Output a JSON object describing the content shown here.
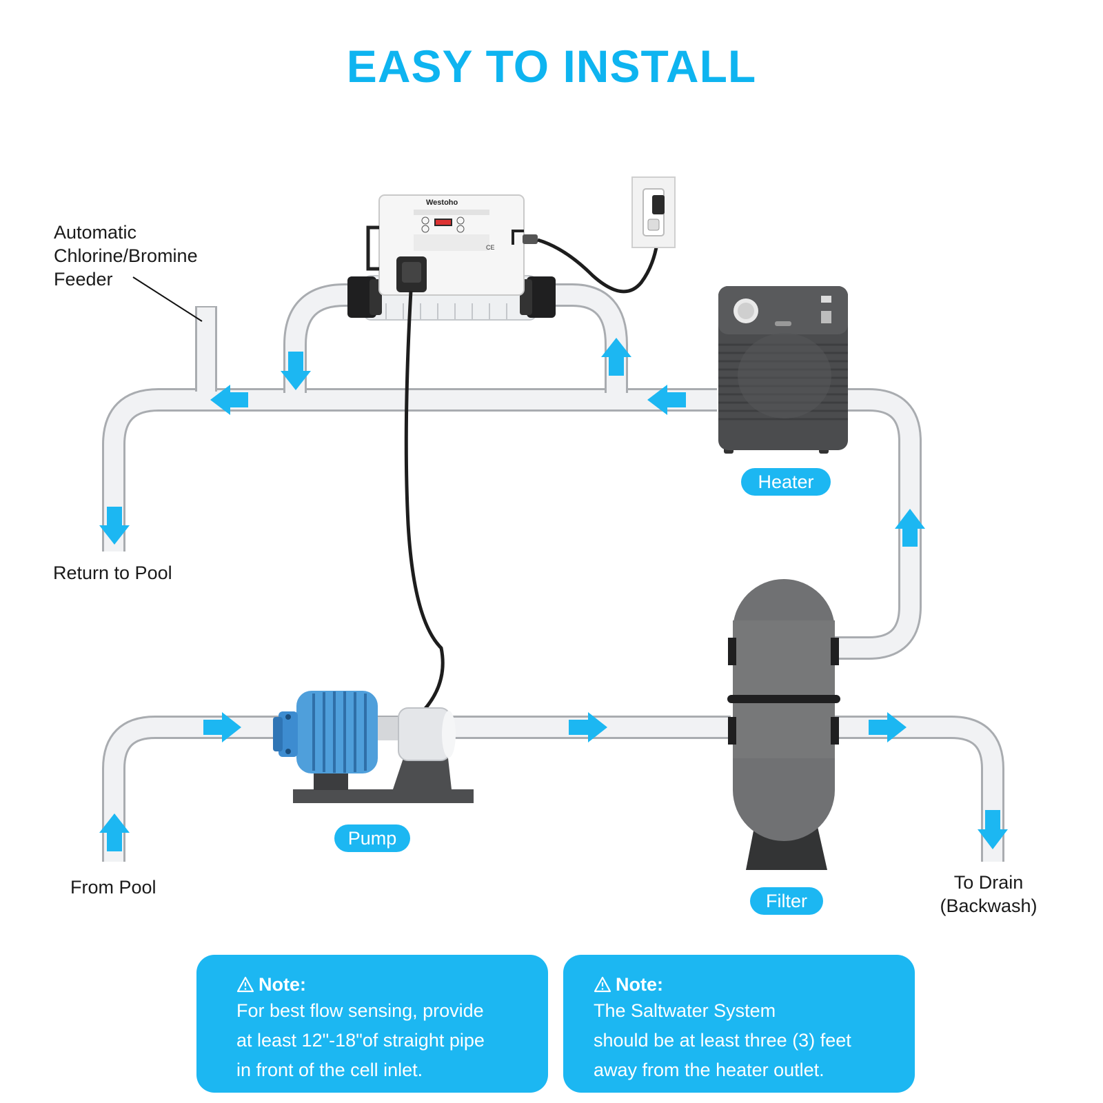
{
  "title": "EASY TO INSTALL",
  "colors": {
    "accent": "#1cb7f2",
    "title": "#0eb4f0",
    "pipe_fill": "#f1f2f4",
    "pipe_stroke": "#a9acb0",
    "equipment_dark": "#4d4e50"
  },
  "labels": {
    "feeder_line1": "Automatic",
    "feeder_line2": "Chlorine/Bromine",
    "feeder_line3": "Feeder",
    "return_to_pool": "Return to Pool",
    "from_pool": "From Pool",
    "to_drain_line1": "To Drain",
    "to_drain_line2": "(Backwash)"
  },
  "components": {
    "heater": "Heater",
    "pump": "Pump",
    "filter": "Filter",
    "chlorinator_brand": "Westoho"
  },
  "notes": [
    {
      "heading": "Note:",
      "lines": [
        "For best flow sensing, provide",
        "at least 12\"-18\"of straight pipe",
        "in front of the cell inlet."
      ]
    },
    {
      "heading": "Note:",
      "lines": [
        "The Saltwater System",
        "should be at least three (3) feet",
        "away from the heater outlet."
      ]
    }
  ],
  "icons": [
    "warning-icon",
    "flow-arrow-icon",
    "wall-outlet-icon"
  ]
}
